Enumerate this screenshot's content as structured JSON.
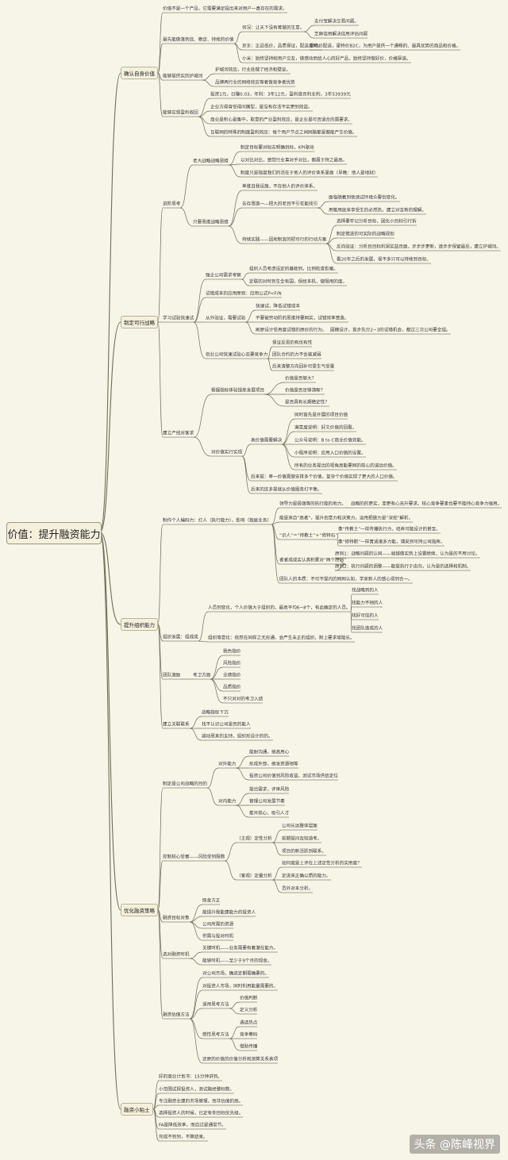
{
  "root": "价值：提升融资能力",
  "watermark": "头条 @陈峰视界",
  "nodes": [
    {
      "id": "b1",
      "label": "确认自身价值",
      "kind": "box"
    },
    {
      "id": "b1a",
      "label": "价值不是一个产品，它需要满足投出来对用户一直存在的需求。"
    },
    {
      "id": "b1b",
      "label": "最先能做落到信、稳定、持续的价值"
    },
    {
      "id": "b1b1",
      "label": "何况：让天下没有难做的生意。"
    },
    {
      "id": "b1b1a",
      "label": "支付宝解决交易问题。"
    },
    {
      "id": "b1b1b",
      "label": "芝麻信用解决信用评估问题"
    },
    {
      "id": "b1b2",
      "label": "京东：正品低价，品质保证，配送及时。"
    },
    {
      "id": "b1b2a",
      "label": "星特价配送，星特价B2C，为用户提供一个通畅的、最具优势的商品和价格。"
    },
    {
      "id": "b1b3",
      "label": "小米：始终坚持和用户交友，做感动而给人心的好产品，始终坚持做好价，价格厚道。"
    },
    {
      "id": "b1c",
      "label": "能够提供实的护城河"
    },
    {
      "id": "b1c1",
      "label": "护城河效应，行业处理了经济和壁垒。"
    },
    {
      "id": "b1c2",
      "label": "品牌两行业的网络效应等者做竞争者优势"
    },
    {
      "id": "b1d",
      "label": "能够实现盈利收回"
    },
    {
      "id": "b1d1",
      "label": "投资1元，日赚0.03，年利：3年12元，盈利首页利业利，3年53939元"
    },
    {
      "id": "b1d2",
      "label": "企业方得育受得问模型，是没有存活不实更到效益。"
    },
    {
      "id": "b1d3",
      "label": "商业是积心是集中，取意的产业盈利效应，是企业是可否适合的需要求。"
    },
    {
      "id": "b1d4",
      "label": "互联网的特殊的制度盈利效应：每个用户节点之间网路都是都能产生价值。"
    },
    {
      "id": "b2",
      "label": "制定可行战略",
      "kind": "box"
    },
    {
      "id": "b2a",
      "label": "进阶思考"
    },
    {
      "id": "b2a1",
      "label": "老大战略战略思维"
    },
    {
      "id": "b2a1a",
      "label": "制定目标要对标志明确目标，KPI驱动"
    },
    {
      "id": "b2a1b",
      "label": "以对比对比，感觉行业事对手对比，都属于持之最高。"
    },
    {
      "id": "b2a1c",
      "label": "制度只是指度我们的活在于他人的评价体系里面（早晚：他人是地狱）"
    },
    {
      "id": "b2a2",
      "label": "只要思维战略思维"
    },
    {
      "id": "b2a2a",
      "label": "单维自我设施，不在他人的评价体系。"
    },
    {
      "id": "b2a2b",
      "label": "去存周造一—把大的老目不引花能找引"
    },
    {
      "id": "b2a2b1",
      "label": "面临随着到他测试环境众要创变化。"
    },
    {
      "id": "b2a2b2",
      "label": "用敬用底来享受生的必然热，建立对言新的理解。"
    },
    {
      "id": "b2a2c",
      "label": "持续实践——因地制宜的把可行的行动方案"
    },
    {
      "id": "b2a2c1",
      "label": "选择要牢记分析目标，固化小目标引行拆"
    },
    {
      "id": "b2a2c2",
      "label": "制定推进的可实际的战略规划"
    },
    {
      "id": "b2a2c3",
      "label": "反向验证：分析目目标利润实益页面，步步步更新，逐步步保留最后，建立护城河。"
    },
    {
      "id": "b2a2c4",
      "label": "看20年之后的发展，很不多只可以持续到目标。"
    },
    {
      "id": "b2b",
      "label": "学习试验快速试"
    },
    {
      "id": "b2b1",
      "label": "强企公司需求考察"
    },
    {
      "id": "b2b1a",
      "label": "组织人员考虑设定的基础到，比例检查影案。"
    },
    {
      "id": "b2b1b",
      "label": "定联的对时到生全有国，保经本机，做限用的度。"
    },
    {
      "id": "b2b2",
      "label": "试错成本的应用原则：应用公式P<F/N"
    },
    {
      "id": "b2b3",
      "label": "从外验证，需要试验"
    },
    {
      "id": "b2b3a",
      "label": "快速试，降低试错成本"
    },
    {
      "id": "b2b3b",
      "label": "不要被劳动阶的思维持要网实，试错效率营造。"
    },
    {
      "id": "b2b3c",
      "label": "刷原设计受用度试错的原价的行为。"
    },
    {
      "id": "b2b3d",
      "label": "固模设计，首步先分2~3的试错机会，都过三次公司要全组。"
    },
    {
      "id": "b2b4",
      "label": "创业公司快速试验心态要竞争力"
    },
    {
      "id": "b2b4a",
      "label": "保证反思的有优有性"
    },
    {
      "id": "b2b4b",
      "label": "团队合约的力不会被减弱"
    },
    {
      "id": "b2b4c",
      "label": "后来清整方向回补可靠生气受重"
    },
    {
      "id": "b2c",
      "label": "建立产线对客求"
    },
    {
      "id": "b2c1",
      "label": "根据指标体验提炼发展项目"
    },
    {
      "id": "b2c1a",
      "label": "价值是否够大？"
    },
    {
      "id": "b2c1b",
      "label": "价值是否足够清晰？"
    },
    {
      "id": "b2c1c",
      "label": "是否具有长期稳定性？"
    },
    {
      "id": "b2c2",
      "label": "对价值实行实现"
    },
    {
      "id": "b2c2a",
      "label": "表价值需要解决"
    },
    {
      "id": "b2c2a1",
      "label": "同时首先是开展的项目价值"
    },
    {
      "id": "b2c2a2",
      "label": "满意度说明：好文价值的回看。"
    },
    {
      "id": "b2c2a3",
      "label": "公众号说明：B to C商业价值效能。"
    },
    {
      "id": "b2c2a4",
      "label": "小程序说明：应用入口价值的设置。"
    },
    {
      "id": "b2c2a5",
      "label": "所有的业务提出的视角高能要网的核心的道远价值。"
    },
    {
      "id": "b2c2b",
      "label": "后来提：单一价值需做安排多个价值，复杂个价值实现了更大的人口价值。"
    },
    {
      "id": "b2c2c",
      "label": "后来的这多提就从价值服务打平衡。"
    },
    {
      "id": "b3",
      "label": "提升组织能力",
      "kind": "box"
    },
    {
      "id": "b3a",
      "label": "制作个人编码力：打人（执行能力），影响（独居业务）"
    },
    {
      "id": "b3a1",
      "label": "领导力是极端等的执行能的地力。"
    },
    {
      "id": "b3a1a",
      "label": "战略的的更实，准更有心充升要求。核心竞争要素也要不能持心竞争力强用。"
    },
    {
      "id": "b3a2",
      "label": "能是来自“高者”，提升创意力和决策力，运用把做力是“深挖”解析。"
    },
    {
      "id": "b3a3",
      "label": "“识人”＝“待教士”＋“修特石”"
    },
    {
      "id": "b3a3a",
      "label": "像“传教士”一样传播执行力，培养可能设计的甚至。"
    },
    {
      "id": "b3a3b",
      "label": "像“修特斯”一样普适诸多力能，谓采到可持公司指挥。"
    },
    {
      "id": "b3a4",
      "label": "者者成成实认真积累对“两个原则”"
    },
    {
      "id": "b3a4a",
      "label": "原则1：战略问题的认同——就越做实到上设置继续，认为是的不用讨论。"
    },
    {
      "id": "b3a4b",
      "label": "原则2：执行问题的调整——能提执行于由沟，认为是的选择和机制。"
    },
    {
      "id": "b3a5",
      "label": "团队人的本质：不可不提内的网网认知，学来新人的感心得到合一。"
    },
    {
      "id": "b3b",
      "label": "组织发展：组成成"
    },
    {
      "id": "b3b1",
      "label": "人员到变化，个人价值大于组织的，最高平均6~8个，有此确定的人员。"
    },
    {
      "id": "b3b1a",
      "label": "找战略到的人"
    },
    {
      "id": "b3b1b",
      "label": "找能力不相的人"
    },
    {
      "id": "b3b1c",
      "label": "找好可信的人"
    },
    {
      "id": "b3b1d",
      "label": "找团队造成的人"
    },
    {
      "id": "b3b2",
      "label": "组织等意化：依然在同样之无形通，会严生未正的组织，附上要求增能长。"
    },
    {
      "id": "b3c",
      "label": "团队激励"
    },
    {
      "id": "b3c1",
      "label": "考卫方面"
    },
    {
      "id": "b3c1a",
      "label": "我色指价"
    },
    {
      "id": "b3c1b",
      "label": "风险指价"
    },
    {
      "id": "b3c1c",
      "label": "业绩指价"
    },
    {
      "id": "b3c1d",
      "label": "品质指价"
    },
    {
      "id": "b3c1e",
      "label": "不只对对的考卫入结"
    },
    {
      "id": "b3d",
      "label": "建立关联联系"
    },
    {
      "id": "b3d1",
      "label": "战略指标下沉"
    },
    {
      "id": "b3d2",
      "label": "找不认识公司是否的能人"
    },
    {
      "id": "b3d3",
      "label": "减动思来的支持，组织形设计的的。"
    },
    {
      "id": "b4",
      "label": "优化融资策略",
      "kind": "box"
    },
    {
      "id": "b4a",
      "label": "制定是公司战略的目的"
    },
    {
      "id": "b4a1",
      "label": "对外能力"
    },
    {
      "id": "b4a1a",
      "label": "能耐沟通，搞高用心"
    },
    {
      "id": "b4a1b",
      "label": "形成外部，搞发资源相等"
    },
    {
      "id": "b4a1c",
      "label": "投资公司价值到风险收益，测试市场供给定位"
    },
    {
      "id": "b4a2",
      "label": "对内能力"
    },
    {
      "id": "b4a2a",
      "label": "提出需求，评审风险"
    },
    {
      "id": "b4a2b",
      "label": "管理公司发展节奏"
    },
    {
      "id": "b4a2c",
      "label": "推开核心，吸引人才"
    },
    {
      "id": "b4b",
      "label": "控制核心受害——风险受到限数"
    },
    {
      "id": "b4b1",
      "label": "（主观）定性分析"
    },
    {
      "id": "b4b1a",
      "label": "公司长远整体层面"
    },
    {
      "id": "b4b1b",
      "label": "前期提问及知道考。"
    },
    {
      "id": "b4b1c",
      "label": "项目的新活跃到联系。"
    },
    {
      "id": "b4b2",
      "label": "（客观）定量分析"
    },
    {
      "id": "b4b2a",
      "label": "如何度是上评在上述定性分析的实用度？"
    },
    {
      "id": "b4b2b",
      "label": "定进来正确以质的能力。"
    },
    {
      "id": "b4b2c",
      "label": "员外对本分析。"
    },
    {
      "id": "b4c",
      "label": "融资目标对象"
    },
    {
      "id": "b4c1",
      "label": "既金方正"
    },
    {
      "id": "b4c2",
      "label": "能提升我能建能力的投资人"
    },
    {
      "id": "b4c3",
      "label": "公司所需的资源"
    },
    {
      "id": "b4c4",
      "label": "供需与投对时机"
    },
    {
      "id": "b4d",
      "label": "选对融资时机"
    },
    {
      "id": "b4d1",
      "label": "关键时机——业务需要有着潜在能力。"
    },
    {
      "id": "b4d2",
      "label": "能够时机——至少于9个月的现金。"
    },
    {
      "id": "b4e",
      "label": "融资估值方法"
    },
    {
      "id": "b4e1",
      "label": "对公司市场，确进定期需确要的。"
    },
    {
      "id": "b4e2",
      "label": "对投资人市场，同时利用能量需要的。"
    },
    {
      "id": "b4e3",
      "label": "适用思考方法"
    },
    {
      "id": "b4e3a",
      "label": "价值判断"
    },
    {
      "id": "b4e3b",
      "label": "定义分析"
    },
    {
      "id": "b4e4",
      "label": "感性思考方法"
    },
    {
      "id": "b4e4a",
      "label": "遇选热点"
    },
    {
      "id": "b4e4b",
      "label": "竞争筹码"
    },
    {
      "id": "b4e4c",
      "label": "借助传播"
    },
    {
      "id": "b4e5",
      "label": "还原的价值的价值分析和测算关系表项"
    },
    {
      "id": "b5",
      "label": "融资小贴士",
      "kind": "box"
    },
    {
      "id": "b5a",
      "label": "好的商业计划书：15分钟讲到。"
    },
    {
      "id": "b5b",
      "label": "小范围试探投资人，测试路经整标数。"
    },
    {
      "id": "b5c",
      "label": "专注融资业建的市场管理，而非估值的高。"
    },
    {
      "id": "b5d",
      "label": "选择投资人的时候，已定有你目标优先级。"
    },
    {
      "id": "b5e",
      "label": "FA是降低效率，而自过是通常节。"
    },
    {
      "id": "b5f",
      "label": "完成不到到，不算结束。"
    }
  ]
}
